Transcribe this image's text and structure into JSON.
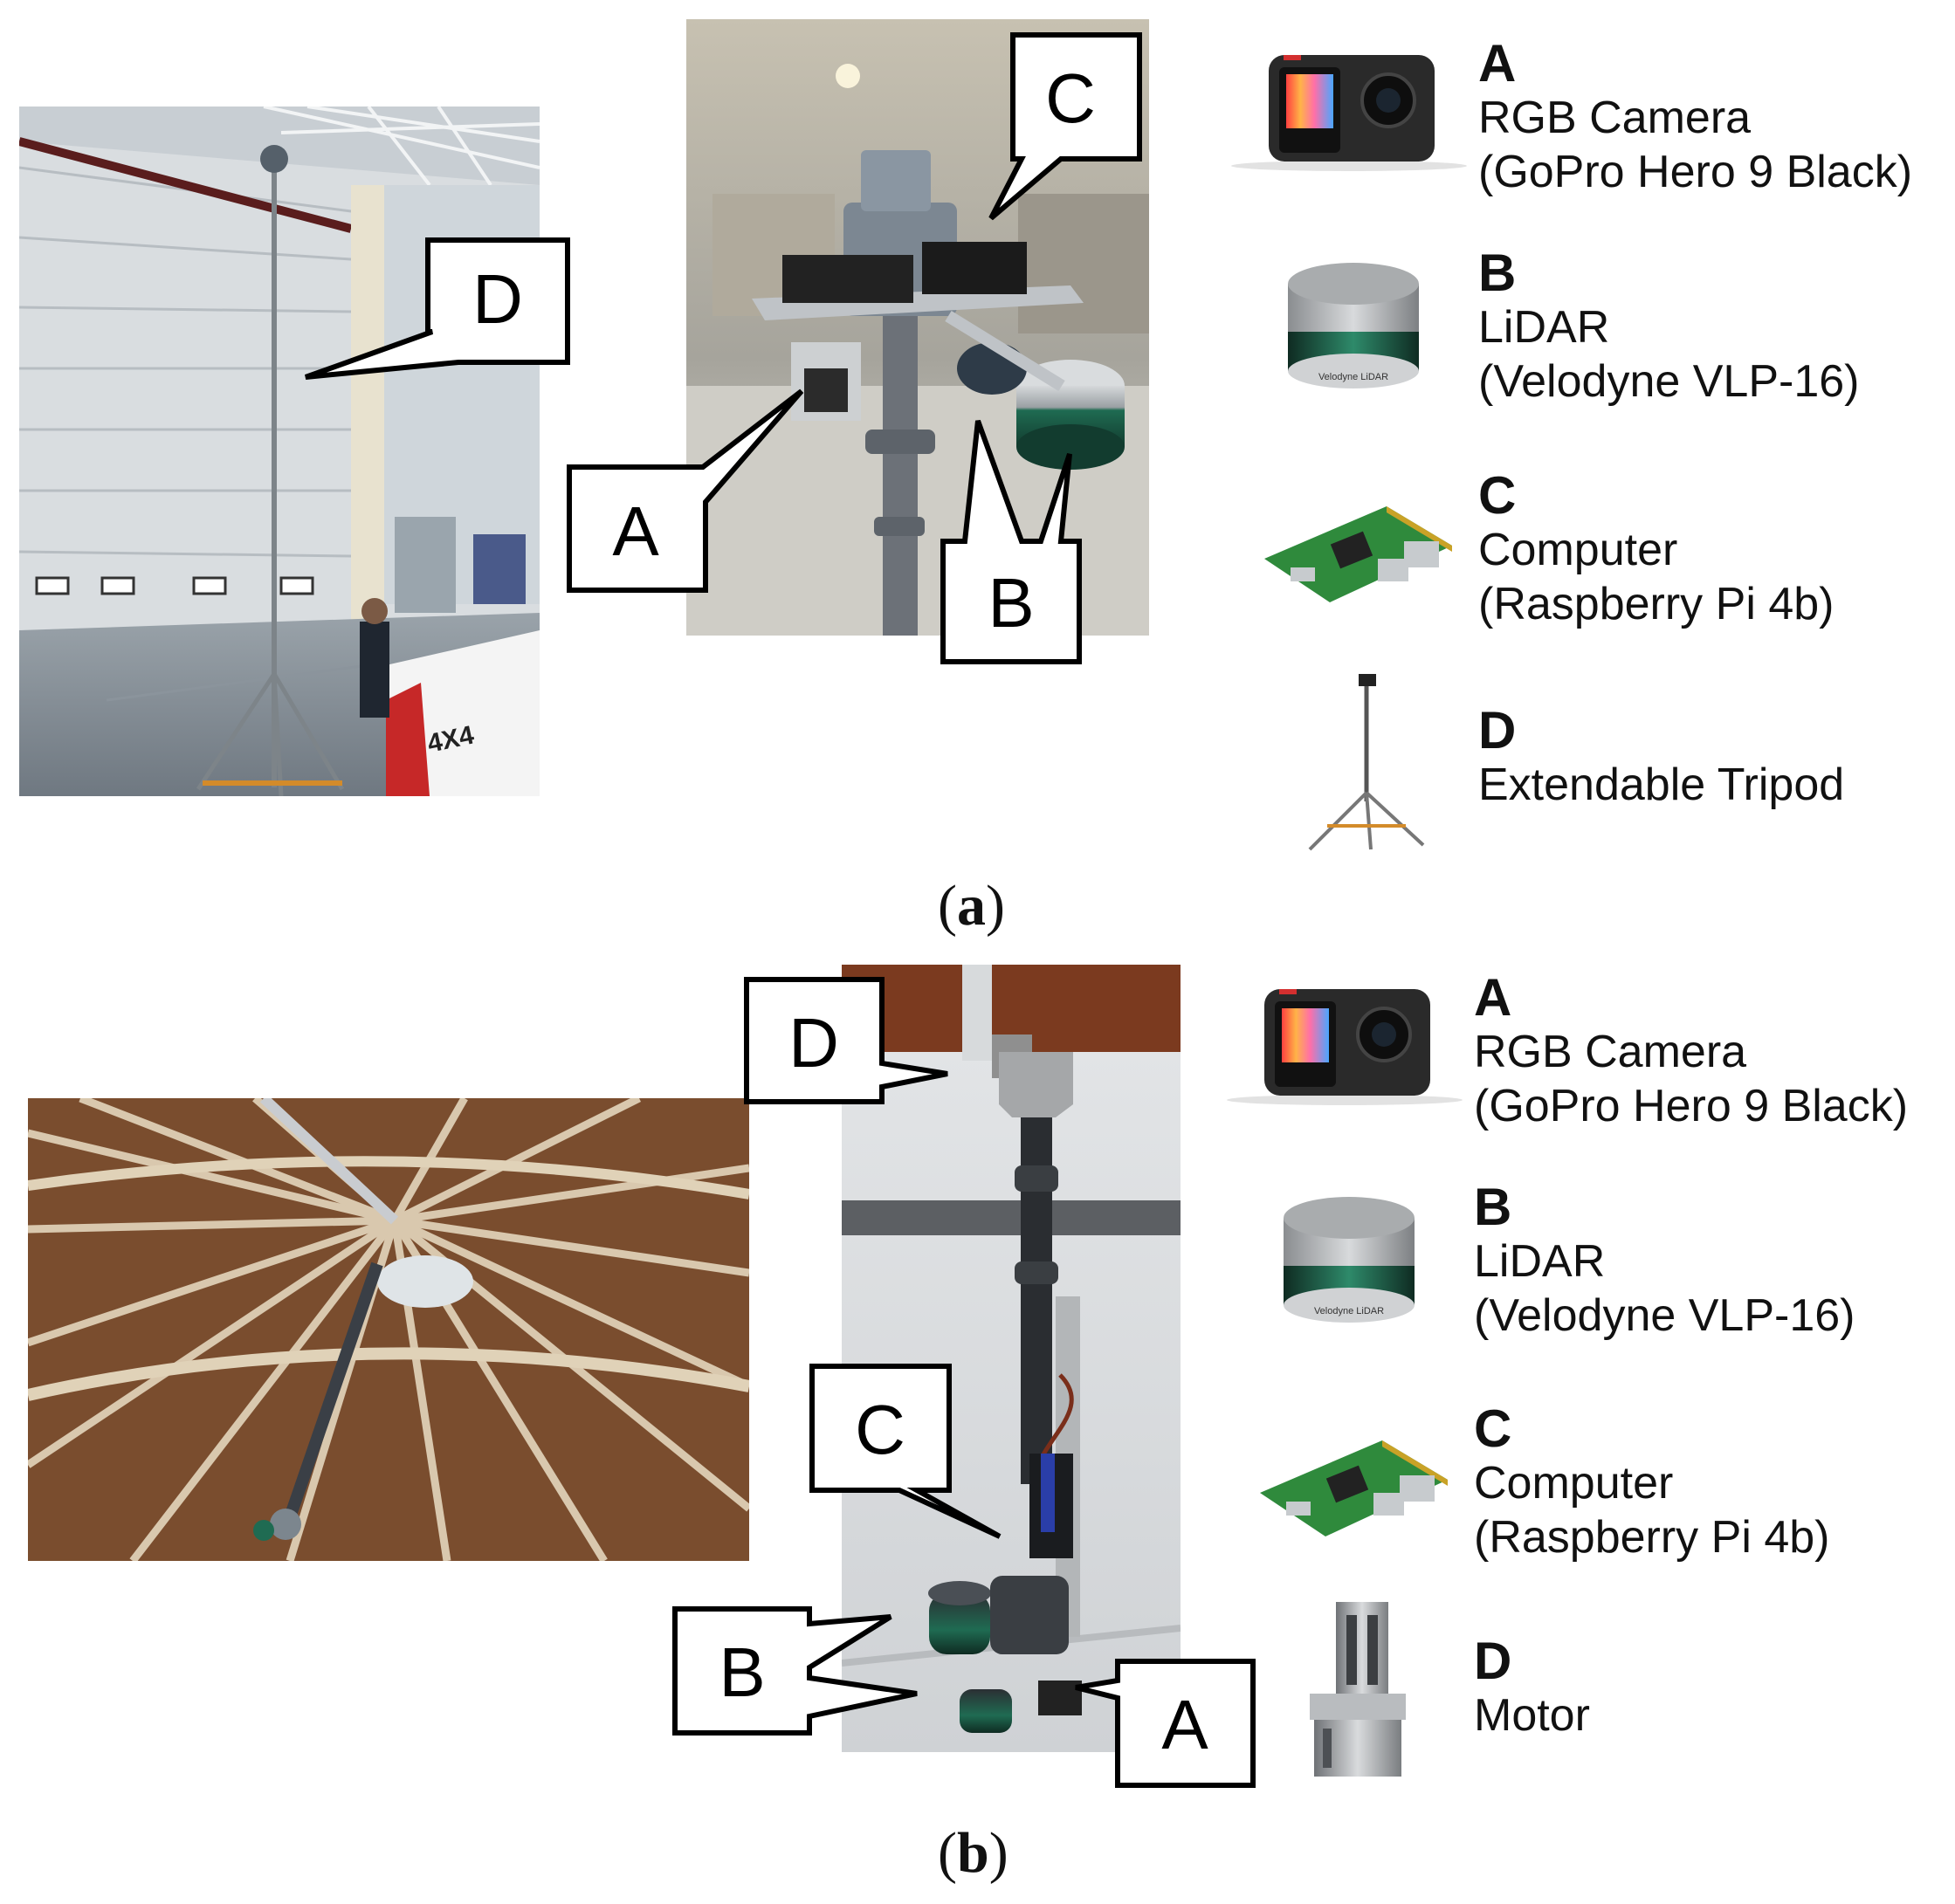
{
  "panel_a": {
    "caption": "a",
    "callouts": {
      "A": "A",
      "B": "B",
      "C": "C",
      "D": "D"
    },
    "photo_truck_text": "4X4",
    "legend": [
      {
        "letter": "A",
        "lines": [
          "RGB Camera",
          "(GoPro Hero 9 Black)"
        ],
        "icon": "gopro-camera-icon"
      },
      {
        "letter": "B",
        "lines": [
          "LiDAR",
          "(Velodyne VLP-16)"
        ],
        "icon": "lidar-sensor-icon",
        "brand": "Velodyne LiDAR"
      },
      {
        "letter": "C",
        "lines": [
          "Computer",
          "(Raspberry Pi 4b)"
        ],
        "icon": "raspberry-pi-icon"
      },
      {
        "letter": "D",
        "lines": [
          "Extendable Tripod"
        ],
        "icon": "tripod-icon"
      }
    ]
  },
  "panel_b": {
    "caption": "b",
    "callouts": {
      "A": "A",
      "B": "B",
      "C": "C",
      "D": "D"
    },
    "legend": [
      {
        "letter": "A",
        "lines": [
          "RGB Camera",
          "(GoPro Hero 9 Black)"
        ],
        "icon": "gopro-camera-icon"
      },
      {
        "letter": "B",
        "lines": [
          "LiDAR",
          "(Velodyne VLP-16)"
        ],
        "icon": "lidar-sensor-icon",
        "brand": "Velodyne LiDAR"
      },
      {
        "letter": "C",
        "lines": [
          "Computer",
          "(Raspberry Pi 4b)"
        ],
        "icon": "raspberry-pi-icon"
      },
      {
        "letter": "D",
        "lines": [
          "Motor"
        ],
        "icon": "motor-icon"
      }
    ]
  },
  "colors": {
    "wood": "#8a5a36",
    "lidar_band": "#1f6b52",
    "pcb_green": "#2f8a3c",
    "hangar_wall": "#dfe3e6",
    "truck_red": "#c62828"
  }
}
